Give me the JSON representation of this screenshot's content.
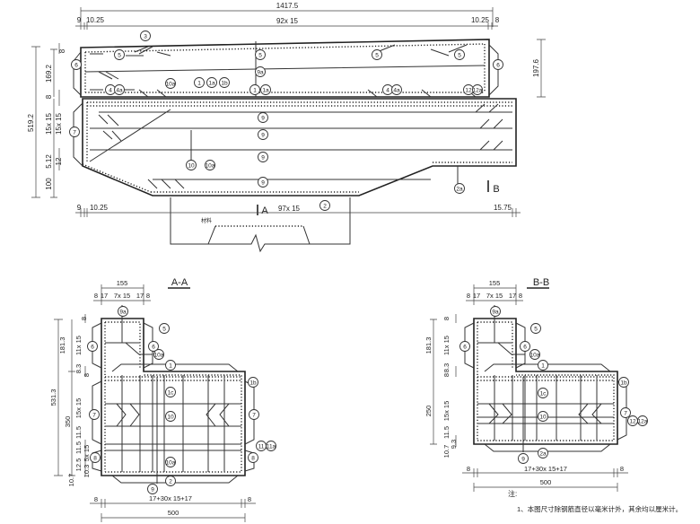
{
  "elevation": {
    "dims": {
      "total_length": "1417.5",
      "top_spacing": "92x 15",
      "top_left_a": "9",
      "top_left_b": "10.25",
      "top_right_a": "10.25",
      "top_right_b": "8",
      "bottom_spacing": "97x 15",
      "bottom_left_a": "9",
      "bottom_left_b": "10.25",
      "bottom_right": "15.75",
      "total_height": "519.2",
      "upper_height": "169.2",
      "cover_top": "8",
      "cover_mid": "8",
      "mid_spacing_a": "15x 15",
      "mid_spacing_b": "15x 15",
      "low_a": "5.12",
      "low_b": "12",
      "bottom_height": "100",
      "right_height": "197.6"
    },
    "section_marks": {
      "a": "A",
      "b": "B"
    },
    "pedestal_label": "材料",
    "labels": [
      "3",
      "5",
      "5",
      "5",
      "5",
      "6",
      "6",
      "10a",
      "1",
      "1a",
      "1b",
      "1",
      "1a",
      "4",
      "4a",
      "4",
      "4a",
      "12",
      "12a",
      "7",
      "9a",
      "9",
      "9",
      "9",
      "9",
      "10",
      "10a",
      "2",
      "2a"
    ]
  },
  "section_aa": {
    "title": "A-A",
    "dims": [
      "155",
      "8",
      "17",
      "7x 15",
      "17",
      "8",
      "8",
      "181.3",
      "11x 15",
      "8.3",
      "8",
      "531.3",
      "350",
      "15x 15",
      "11.5",
      "11.5",
      "5x 15",
      "12.5",
      "10.3",
      "10.7",
      "8",
      "17+30x 15+17",
      "8",
      "500"
    ],
    "labels": [
      "9a",
      "5",
      "6",
      "6",
      "10a",
      "1",
      "1b",
      "1c",
      "7",
      "10",
      "7",
      "11",
      "11a",
      "8",
      "10a",
      "8",
      "2",
      "9"
    ]
  },
  "section_bb": {
    "title": "B-B",
    "dims": [
      "155",
      "8",
      "17",
      "7x 15",
      "17",
      "8",
      "8",
      "181.3",
      "11x 15",
      "8.3",
      "8",
      "250",
      "15x 15",
      "11.5",
      "9.3",
      "10.7",
      "8",
      "17+30x 15+17",
      "8",
      "500"
    ],
    "labels": [
      "9a",
      "5",
      "6",
      "6",
      "10a",
      "1",
      "1b",
      "1c",
      "10",
      "7",
      "12",
      "12a",
      "2a",
      "9"
    ]
  },
  "notes": {
    "heading": "注:",
    "items": [
      "1、本图尺寸除钢筋直径以毫米计外，其余均以厘米计。"
    ]
  }
}
